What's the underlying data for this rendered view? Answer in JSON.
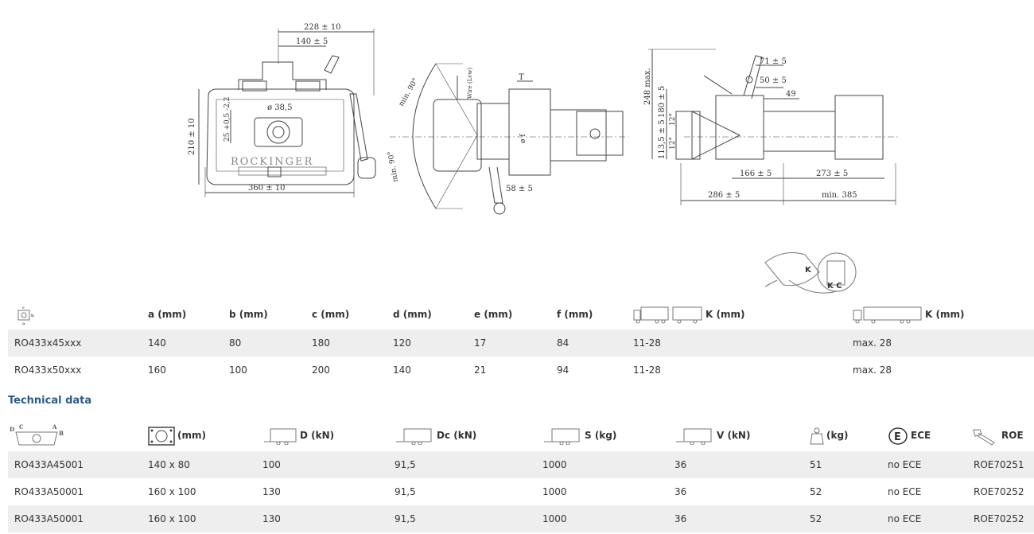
{
  "drawing1": {
    "dim_228": "228 ± 10",
    "dim_140": "140 ± 5",
    "dim_38": "ø 38,5",
    "dim_210": "210 ± 10",
    "dim_25": "25 +0,5 -2,2",
    "dim_360": "360 ± 10",
    "brand": "ROCKINGER"
  },
  "drawing2": {
    "min90a": "min. 90°",
    "min90b": "min. 90°",
    "wire": "Wire (Lvw)",
    "T": "T",
    "phiF": "ø f",
    "dim_58": "58 ± 5"
  },
  "drawing3": {
    "dim_71": "71 ± 5",
    "dim_50": "50 ± 5",
    "dim_49": "49",
    "dim_248": "248 max.",
    "dim_180": "180 ± 5",
    "dim_113": "113,5 ± 5",
    "deg12a": "12°",
    "deg12b": "12°",
    "dim_166": "166 ± 5",
    "dim_273": "273 ± 5",
    "dim_286": "286 ± 5",
    "dim_385": "min. 385"
  },
  "kc_figure": {
    "k": "K",
    "kc": "K C"
  },
  "table1": {
    "headers": [
      "a (mm)",
      "b (mm)",
      "c (mm)",
      "d (mm)",
      "e (mm)",
      "f (mm)",
      "K (mm)",
      "K (mm)"
    ],
    "rows": [
      [
        "RO433x45xxx",
        "140",
        "80",
        "180",
        "120",
        "17",
        "84",
        "11-28",
        "max. 28"
      ],
      [
        "RO433x50xxx",
        "160",
        "100",
        "200",
        "140",
        "21",
        "94",
        "11-28",
        "max. 28"
      ]
    ]
  },
  "section_title": "Technical data",
  "table2": {
    "headers": [
      "(mm)",
      "D (kN)",
      "Dc (kN)",
      "S (kg)",
      "V (kN)",
      "(kg)",
      "ECE",
      "ROE"
    ],
    "rows": [
      [
        "RO433A45001",
        "140 x 80",
        "100",
        "91,5",
        "1000",
        "36",
        "51",
        "no ECE",
        "ROE70251"
      ],
      [
        "RO433A50001",
        "160 x 100",
        "130",
        "91,5",
        "1000",
        "36",
        "52",
        "no ECE",
        "ROE70252"
      ],
      [
        "RO433A50001",
        "160 x 100",
        "130",
        "91,5",
        "1000",
        "36",
        "52",
        "no ECE",
        "ROE70252"
      ]
    ]
  },
  "icon_labels": {
    "abcd": "a b c d",
    "ece_mark": "E"
  }
}
